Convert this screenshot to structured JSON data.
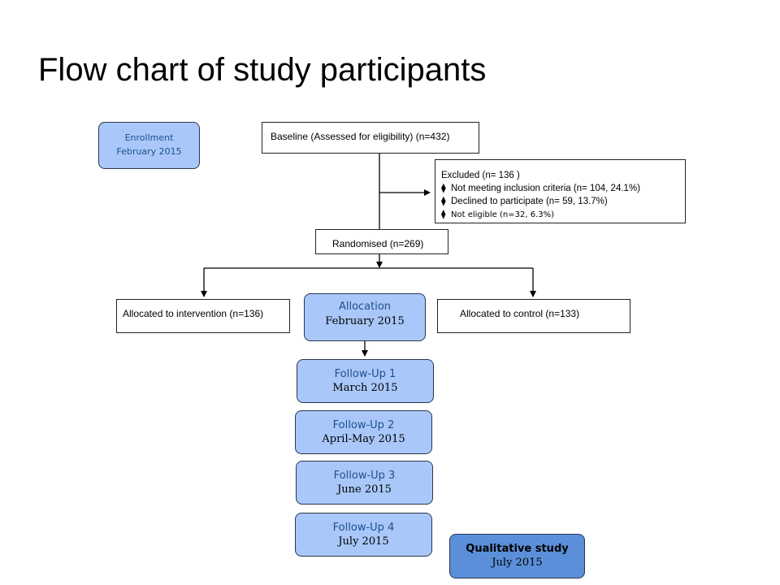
{
  "title": "Flow chart of study participants",
  "enrollment": {
    "label": "Enrollment",
    "date": "February 2015"
  },
  "baseline": "Baseline (Assessed for eligibility) (n=432)",
  "excluded": {
    "heading": "Excluded  (n= 136 )",
    "items": [
      "Not meeting inclusion criteria (n= 104,  24.1%)",
      "Declined to participate (n= 59,  13.7%)",
      "Not eligible (n=32, 6.3%)"
    ],
    "bullet": "⧫"
  },
  "randomised": "Randomised (n=269)",
  "intervention": "Allocated to intervention (n=136)",
  "control": "Allocated to control (n=133)",
  "allocation": {
    "label": "Allocation",
    "date": "February 2015"
  },
  "followups": [
    {
      "label": "Follow-Up  1",
      "date": "March 2015"
    },
    {
      "label": "Follow-Up  2",
      "date": "April-May 2015"
    },
    {
      "label": "Follow-Up  3",
      "date": "June 2015"
    },
    {
      "label": "Follow-Up  4",
      "date": "July 2015"
    }
  ],
  "qualitative": {
    "label": "Qualitative  study",
    "date": "July 2015"
  },
  "colors": {
    "light_box": "#a9c8f9",
    "dark_box": "#5b8fd9",
    "label_blue": "#1f4e8c"
  }
}
